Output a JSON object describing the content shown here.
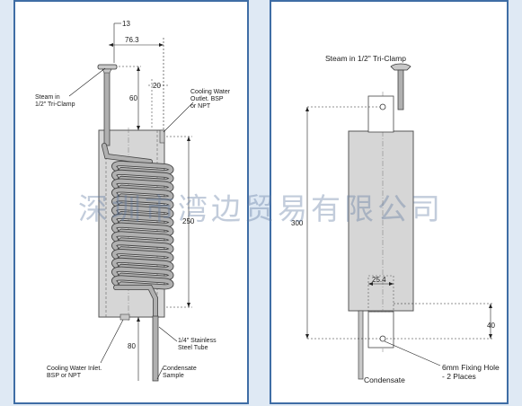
{
  "left_diagram": {
    "dimensions": {
      "top_offset": "13",
      "overall_width": "76.3",
      "inlet_height": "60",
      "outlet_offset": "20",
      "body_height": "250",
      "outlet_length": "80"
    },
    "labels": {
      "steam_inlet_line1": "Steam in",
      "steam_inlet_line2": "1/2\" Tri-Clamp",
      "cooling_outlet_line1": "Cooling Water",
      "cooling_outlet_line2": "Outlet. BSP",
      "cooling_outlet_line3": "or NPT",
      "tube_line1": "1/4\" Stainless",
      "tube_line2": "Steel Tube",
      "cooling_inlet_line1": "Cooling Water Inlet.",
      "cooling_inlet_line2": "BSP or NPT",
      "condensate_line1": "Condensate",
      "condensate_line2": "Sample"
    }
  },
  "right_diagram": {
    "dimensions": {
      "height": "300",
      "bracket_width": "25.4",
      "bottom_offset": "40"
    },
    "labels": {
      "steam_inlet": "Steam in 1/2\" Tri-Clamp",
      "fixing_hole_line1": "6mm Fixing Hole",
      "fixing_hole_line2": "- 2 Places",
      "condensate": "Condensate"
    }
  },
  "watermark": "深圳市湾边贸易有限公司",
  "colors": {
    "border": "#3f6da5",
    "body_fill": "#d6d6d6",
    "coil_fill": "#b0b0b0",
    "background": "#dfe9f4"
  }
}
